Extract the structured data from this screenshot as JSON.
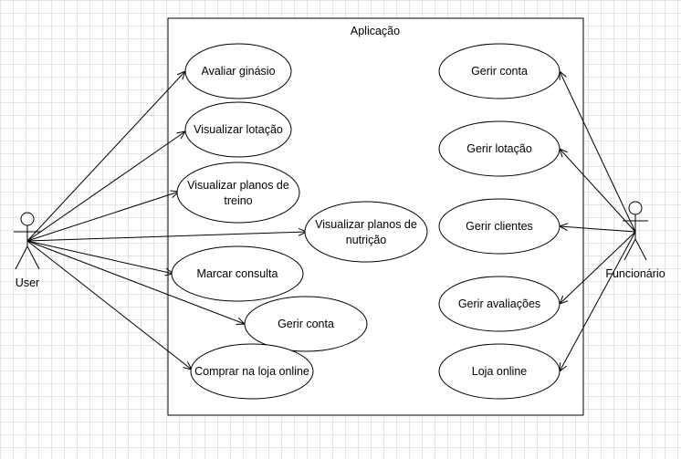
{
  "system": {
    "title": "Aplicação"
  },
  "actors": {
    "user": {
      "label": "User"
    },
    "funcionario": {
      "label": "Funcionário"
    }
  },
  "use_cases_user": [
    [
      "Avaliar ginásio"
    ],
    [
      "Visualizar lotação"
    ],
    [
      "Visualizar planos de",
      "treino"
    ],
    [
      "Visualizar planos de",
      "nutrição"
    ],
    [
      "Marcar consulta"
    ],
    [
      "Gerir conta"
    ],
    [
      "Comprar na loja online"
    ]
  ],
  "use_cases_funcionario": [
    [
      "Gerir conta"
    ],
    [
      "Gerir lotação"
    ],
    [
      "Gerir clientes"
    ],
    [
      "Gerir avaliações"
    ],
    [
      "Loja online"
    ]
  ]
}
